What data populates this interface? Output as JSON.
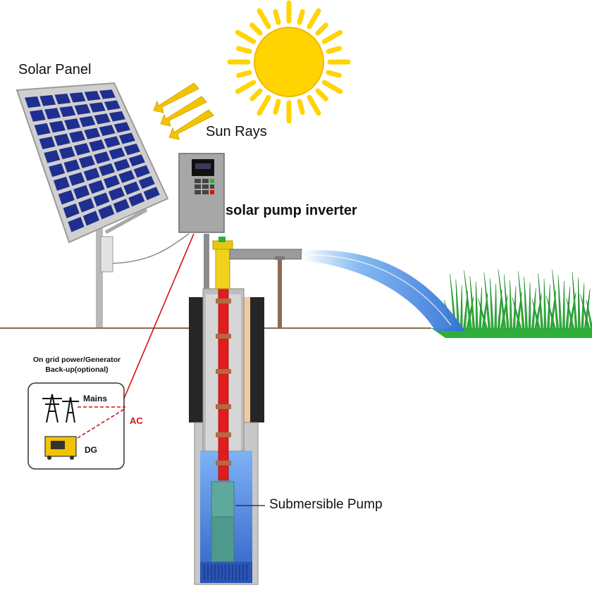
{
  "labels": {
    "solar_panel": "Solar Panel",
    "sun_rays": "Sun Rays",
    "inverter": "solar pump inverter",
    "pump": "Submersible Pump",
    "backup_line1": "On grid power/Generator",
    "backup_line2": "Back-up(optional)",
    "mains": "Mains",
    "dg": "DG",
    "ac": "AC"
  },
  "colors": {
    "sun": "#ffd400",
    "panel_cell": "#1f2f8f",
    "panel_frame": "#c8c8c8",
    "water": "#3d7be0",
    "pipe": "#e11c1c",
    "grass": "#2fae3a",
    "ground_line": "#8b6b55",
    "ac_wire": "#d11111"
  }
}
